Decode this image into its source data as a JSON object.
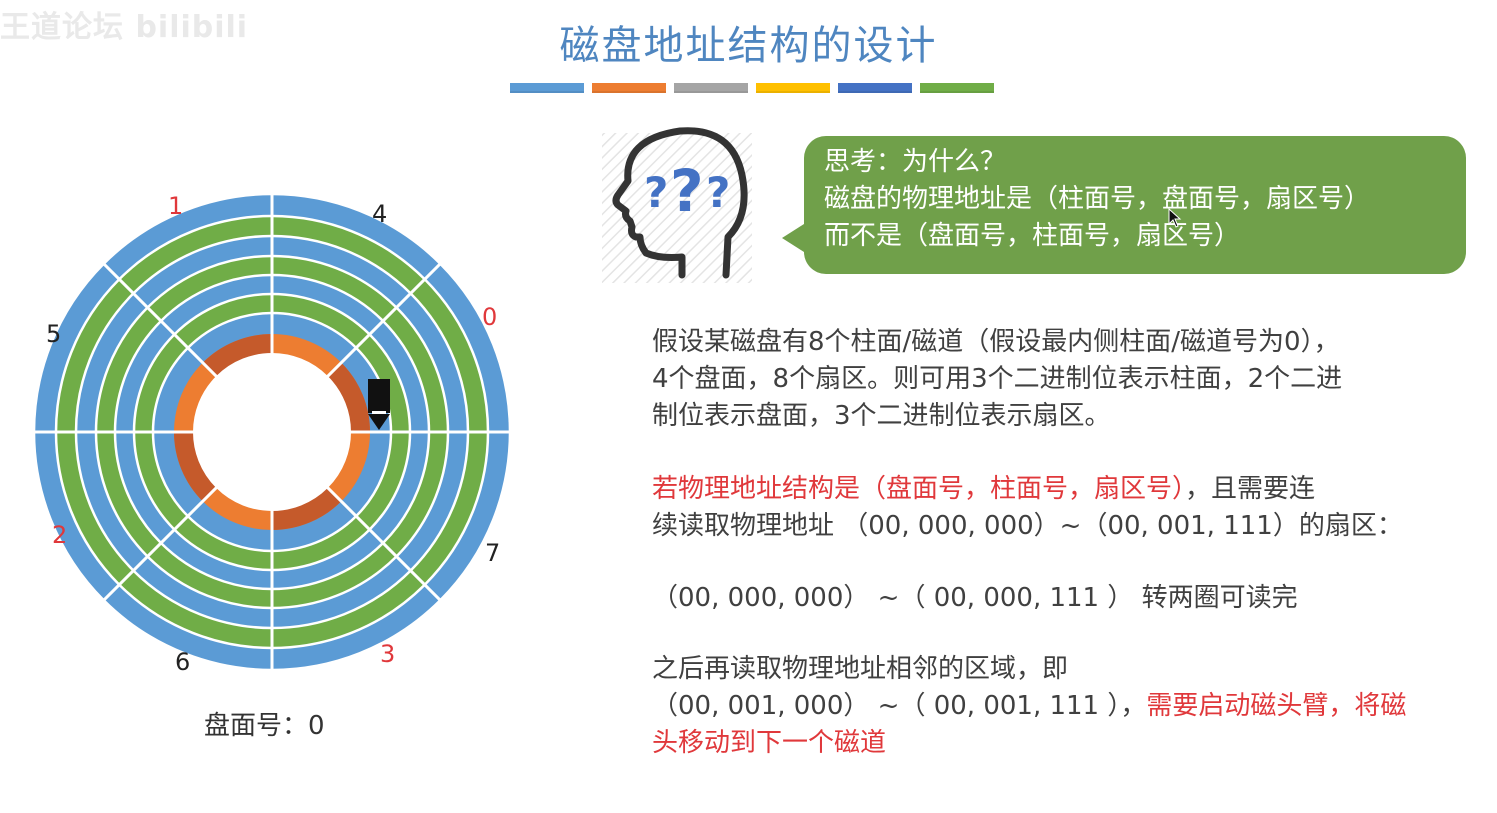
{
  "watermark": "王道论坛 bilibili",
  "title": "磁盘地址结构的设计",
  "title_bar_colors": [
    "#5b9bd5",
    "#ed7d31",
    "#a5a5a5",
    "#ffc000",
    "#4472c4",
    "#70ad47"
  ],
  "disk": {
    "caption": "盘面号：0",
    "sector_labels": [
      {
        "text": "1",
        "color": "#e0383b"
      },
      {
        "text": "4",
        "color": "#222222"
      },
      {
        "text": "0",
        "color": "#e0383b"
      },
      {
        "text": "5",
        "color": "#222222"
      },
      {
        "text": "2",
        "color": "#e0383b"
      },
      {
        "text": "7",
        "color": "#222222"
      },
      {
        "text": "6",
        "color": "#222222"
      },
      {
        "text": "3",
        "color": "#e0383b"
      }
    ],
    "colors": {
      "blue": "#5b9bd5",
      "green": "#70ad47",
      "orange": "#ed7d31",
      "dark_orange": "#c55a2b"
    }
  },
  "thinking_icon": "thinking-head-icon",
  "bubble": {
    "line1": "思考：为什么？",
    "line2": "磁盘的物理地址是（柱面号，盘面号，扇区号）",
    "line3": "而不是（盘面号，柱面号，扇区号）",
    "color": "#70a04a"
  },
  "para1": {
    "line1": "假设某磁盘有8个柱面/磁道（假设最内侧柱面/磁道号为0），",
    "line2": "4个盘面，8个扇区。则可用3个二进制位表示柱面，2个二进",
    "line3": "制位表示盘面，3个二进制位表示扇区。"
  },
  "para2": {
    "line1_red": "若物理地址结构是（盘面号，柱面号，扇区号）",
    "line1_rest": "，且需要连",
    "line2": "续读取物理地址 （00, 000, 000）~（00, 001, 111）的扇区："
  },
  "para3": {
    "line1": "（00, 000, 000） ~（ 00, 000, 111 ） 转两圈可读完"
  },
  "para4": {
    "line1": "之后再读取物理地址相邻的区域，即",
    "line2": "（00, 001, 000） ~（ 00, 001, 111 ），",
    "line2_red": "需要启动磁头臂，将磁",
    "line3_red": "头移动到下一个磁道"
  }
}
